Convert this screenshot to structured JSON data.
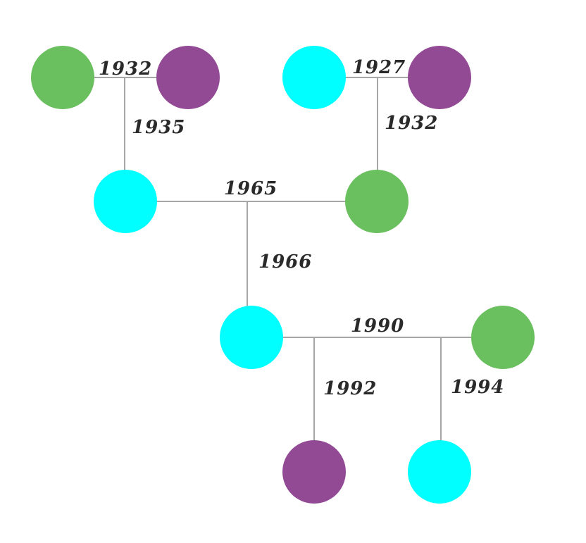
{
  "colors": {
    "green": "#6abf5e",
    "purple": "#924a95",
    "cyan": "#00ffff",
    "line": "#a6a6a6",
    "text": "#2a2a2a"
  },
  "nodes": [
    {
      "id": "gen1-left-a",
      "color": "green"
    },
    {
      "id": "gen1-left-b",
      "color": "purple"
    },
    {
      "id": "gen1-right-a",
      "color": "cyan"
    },
    {
      "id": "gen1-right-b",
      "color": "purple"
    },
    {
      "id": "gen2-left",
      "color": "cyan"
    },
    {
      "id": "gen2-right",
      "color": "green"
    },
    {
      "id": "gen3-left",
      "color": "cyan"
    },
    {
      "id": "gen3-right",
      "color": "green"
    },
    {
      "id": "gen4-left",
      "color": "purple"
    },
    {
      "id": "gen4-right",
      "color": "cyan"
    }
  ],
  "labels": {
    "union_gen1_left": "1932",
    "child_gen1_left": "1935",
    "union_gen1_right": "1927",
    "child_gen1_right": "1932",
    "union_gen2": "1965",
    "child_gen2": "1966",
    "union_gen3": "1990",
    "child_gen3_left": "1992",
    "child_gen3_right": "1994"
  }
}
